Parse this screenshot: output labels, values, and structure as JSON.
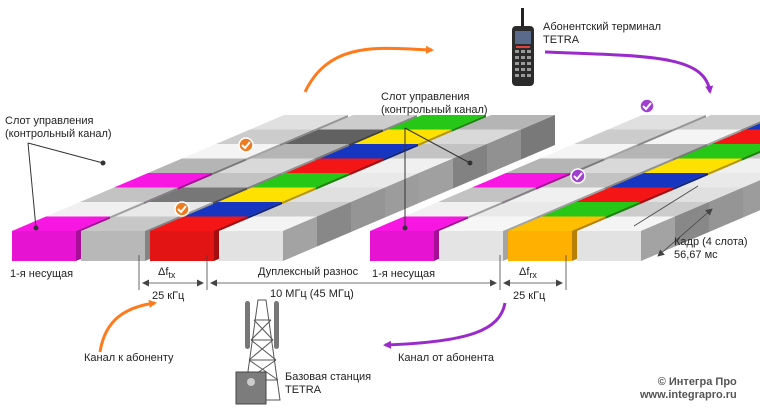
{
  "terminal": {
    "line1": "Абонентский терминал",
    "line2": "TETRA"
  },
  "left_block": {
    "control_slot": {
      "line1": "Слот управления",
      "line2": "(контрольный канал)"
    },
    "carrier": "1-я несущая",
    "delta_tx": {
      "symbol": "Δf",
      "subscript": "tx",
      "value": "25 кГц"
    },
    "arrow_label": "Канал к абоненту"
  },
  "right_block": {
    "control_slot": {
      "line1": "Слот управления",
      "line2": "(контрольный канал)"
    },
    "carrier": "1-я несущая",
    "delta_rx": {
      "symbol": "Δf",
      "subscript": "rx",
      "value": "25 кГц"
    },
    "arrow_label": "Канал от абонента",
    "frame": {
      "line1": "Кадр (4 слота)",
      "line2": "56,67 мс"
    }
  },
  "duplex": {
    "line1": "Дуплексный разнос",
    "line2": "10 МГц (45 МГц)"
  },
  "base_station": {
    "line1": "Базовая станция",
    "line2": "TETRA"
  },
  "copyright": {
    "line1": "© Интегра Про",
    "line2": "www.integrapro.ru"
  },
  "colors": {
    "magenta": "#e614d2",
    "red": "#e21414",
    "green": "#23b814",
    "yellow": "#ffd000",
    "blue": "#1432b4",
    "orange": "#ffb000",
    "arrow_orange": "#ff7a1a",
    "arrow_purple": "#9a2acb",
    "check_orange": "#f07a1e",
    "check_purple": "#a040d0"
  }
}
